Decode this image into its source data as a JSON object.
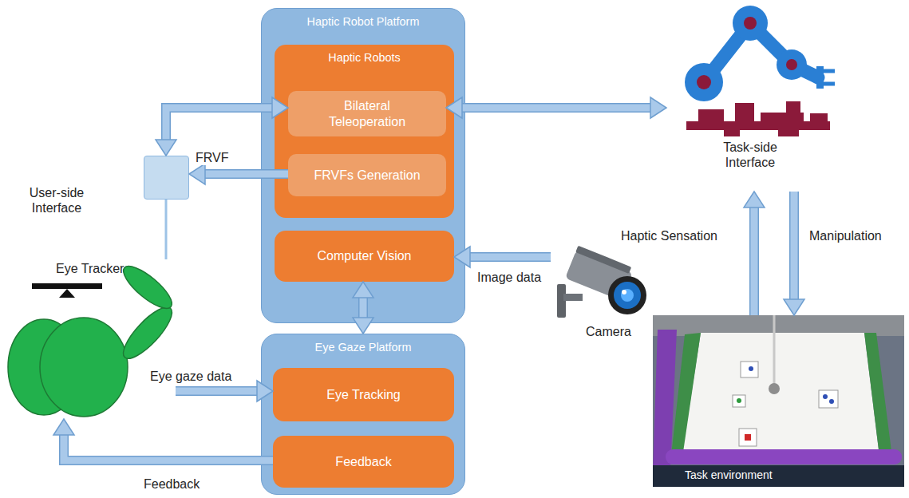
{
  "diagram": {
    "nodes": [
      {
        "text": [
          "Haptic Robot Platform"
        ]
      },
      {
        "text": [
          "Haptic Robots"
        ],
        "in": 0
      },
      {
        "text": [
          "Bilateral Teleoperation"
        ],
        "in": 1
      },
      {
        "text": [
          "FRVFs Generation"
        ],
        "in": 1
      },
      {
        "text": [
          "Computer Vision"
        ],
        "in": 0
      },
      {
        "text": [
          "Eye Gaze Platform"
        ]
      },
      {
        "text": [
          "Eye Tracking"
        ],
        "in": 5
      },
      {
        "text": [
          "Feedback"
        ],
        "in": 5
      },
      {
        "text": [
          "User-side Interface"
        ]
      },
      {
        "text": [
          "Task-side Interface"
        ]
      },
      {
        "text": [
          "Camera"
        ]
      },
      {
        "text": [
          "Task environment"
        ]
      },
      {
        "text": [
          "Eye Tracker"
        ]
      }
    ],
    "edges": [
      {
        "from": 2,
        "to": 8,
        "arrow": "both"
      },
      {
        "from": 3,
        "to": 8,
        "label": "FRVF",
        "arrow": "to"
      },
      {
        "from": 2,
        "to": 9,
        "arrow": "both"
      },
      {
        "from": 10,
        "to": 4,
        "label": "Image data",
        "arrow": "to"
      },
      {
        "from": 4,
        "to": 5,
        "arrow": "both"
      },
      {
        "from": 9,
        "to": 11,
        "label": "Manipulation",
        "arrow": "to"
      },
      {
        "from": 11,
        "to": 9,
        "label": "Haptic Sensation",
        "arrow": "to"
      },
      {
        "from": 12,
        "to": 6,
        "label": "Eye gaze data",
        "arrow": "to"
      },
      {
        "from": 7,
        "to": 12,
        "label": "Feedback",
        "arrow": "to"
      },
      {
        "from": 8,
        "to": 12,
        "arrow": "none"
      }
    ]
  }
}
